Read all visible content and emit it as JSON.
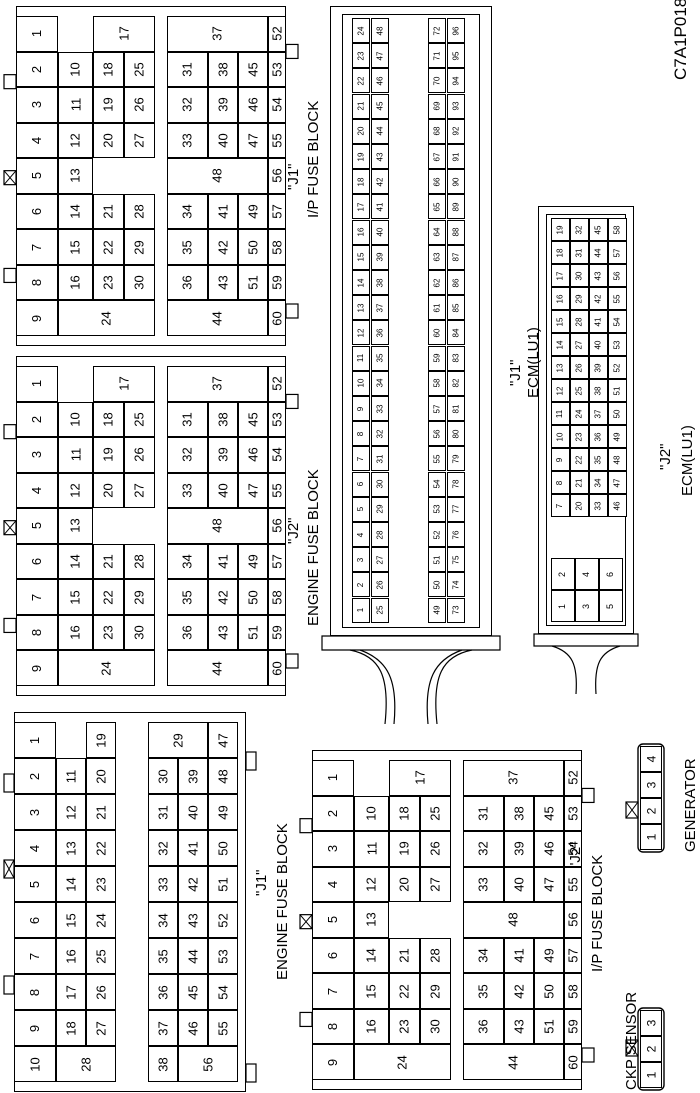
{
  "figure_code": "C7A1P018",
  "fuse_block_numbers": [
    "1",
    "2",
    "3",
    "4",
    "5",
    "6",
    "7",
    "8",
    "9",
    "10",
    "11",
    "12",
    "13",
    "14",
    "15",
    "16",
    "17",
    "18",
    "19",
    "20",
    "21",
    "22",
    "23",
    "24",
    "25",
    "26",
    "27",
    "28",
    "29",
    "30",
    "31",
    "32",
    "33",
    "34",
    "35",
    "36",
    "37",
    "38",
    "39",
    "40",
    "41",
    "42",
    "43",
    "44",
    "45",
    "46",
    "47",
    "48",
    "49",
    "50",
    "51",
    "52",
    "53",
    "54",
    "55",
    "56",
    "57",
    "58",
    "59",
    "60"
  ],
  "jf1_numbers": [
    "1",
    "2",
    "3",
    "4",
    "5",
    "6",
    "7",
    "8",
    "9",
    "10",
    "11",
    "12",
    "13",
    "14",
    "15",
    "16",
    "17",
    "18",
    "19",
    "20",
    "21",
    "22",
    "23",
    "24",
    "25",
    "26",
    "27",
    "28",
    "29",
    "30",
    "31",
    "32",
    "33",
    "34",
    "35",
    "36",
    "37",
    "38",
    "39",
    "40",
    "41",
    "42",
    "43",
    "44",
    "45",
    "46",
    "47",
    "48",
    "49",
    "50",
    "51",
    "52",
    "53",
    "54",
    "55",
    "56"
  ],
  "ecm_j1_numbers": [
    "1",
    "2",
    "3",
    "4",
    "5",
    "6",
    "7",
    "8",
    "9",
    "10",
    "11",
    "12",
    "13",
    "14",
    "15",
    "16",
    "17",
    "18",
    "19",
    "20",
    "21",
    "22",
    "23",
    "24",
    "25",
    "26",
    "27",
    "28",
    "29",
    "30",
    "31",
    "32",
    "33",
    "34",
    "35",
    "36",
    "37",
    "38",
    "39",
    "40",
    "41",
    "42",
    "43",
    "44",
    "45",
    "46",
    "47",
    "48",
    "49",
    "50",
    "51",
    "52",
    "53",
    "54",
    "55",
    "56",
    "57",
    "58",
    "59",
    "60",
    "61",
    "62",
    "63",
    "64",
    "65",
    "66",
    "67",
    "68",
    "69",
    "70",
    "71",
    "72",
    "73",
    "74",
    "75",
    "76",
    "77",
    "78",
    "79",
    "80",
    "81",
    "82",
    "83",
    "84",
    "85",
    "86",
    "87",
    "88",
    "89",
    "90",
    "91",
    "92",
    "93",
    "94",
    "95",
    "96"
  ],
  "ecm_j2_numbers": [
    "1",
    "2",
    "3",
    "4",
    "5",
    "6",
    "7",
    "8",
    "9",
    "10",
    "11",
    "12",
    "13",
    "14",
    "15",
    "16",
    "17",
    "18",
    "19",
    "20",
    "21",
    "22",
    "23",
    "24",
    "25",
    "26",
    "27",
    "28",
    "29",
    "30",
    "31",
    "32",
    "33",
    "34",
    "35",
    "36",
    "37",
    "38",
    "39",
    "40",
    "41",
    "42",
    "43",
    "44",
    "45",
    "46",
    "47",
    "48",
    "49",
    "50",
    "51",
    "52",
    "53",
    "54",
    "55",
    "56",
    "57",
    "58"
  ],
  "sensor_numbers": [
    "1",
    "2",
    "3",
    "4"
  ],
  "labels": {
    "j1_ip": "\"J1\"",
    "ip_fuse_block": "I/P FUSE BLOCK",
    "j2_engine": "\"J2\"",
    "engine_fuse_block": "ENGINE FUSE BLOCK",
    "j1_ecm": "\"J1\"",
    "ecm_lu1": "ECM(LU1)",
    "j2_ecm": "\"J2\"",
    "ecm_lu1_2": "ECM(LU1)",
    "j1_engine": "\"J1\"",
    "engine_fuse_block_2": "ENGINE FUSE BLOCK",
    "j2_ip": "\"J2\"",
    "ip_fuse_block_2": "I/P FUSE BLOCK",
    "ckp_sensor": "CKP SENSOR",
    "generator": "GENERATOR"
  }
}
